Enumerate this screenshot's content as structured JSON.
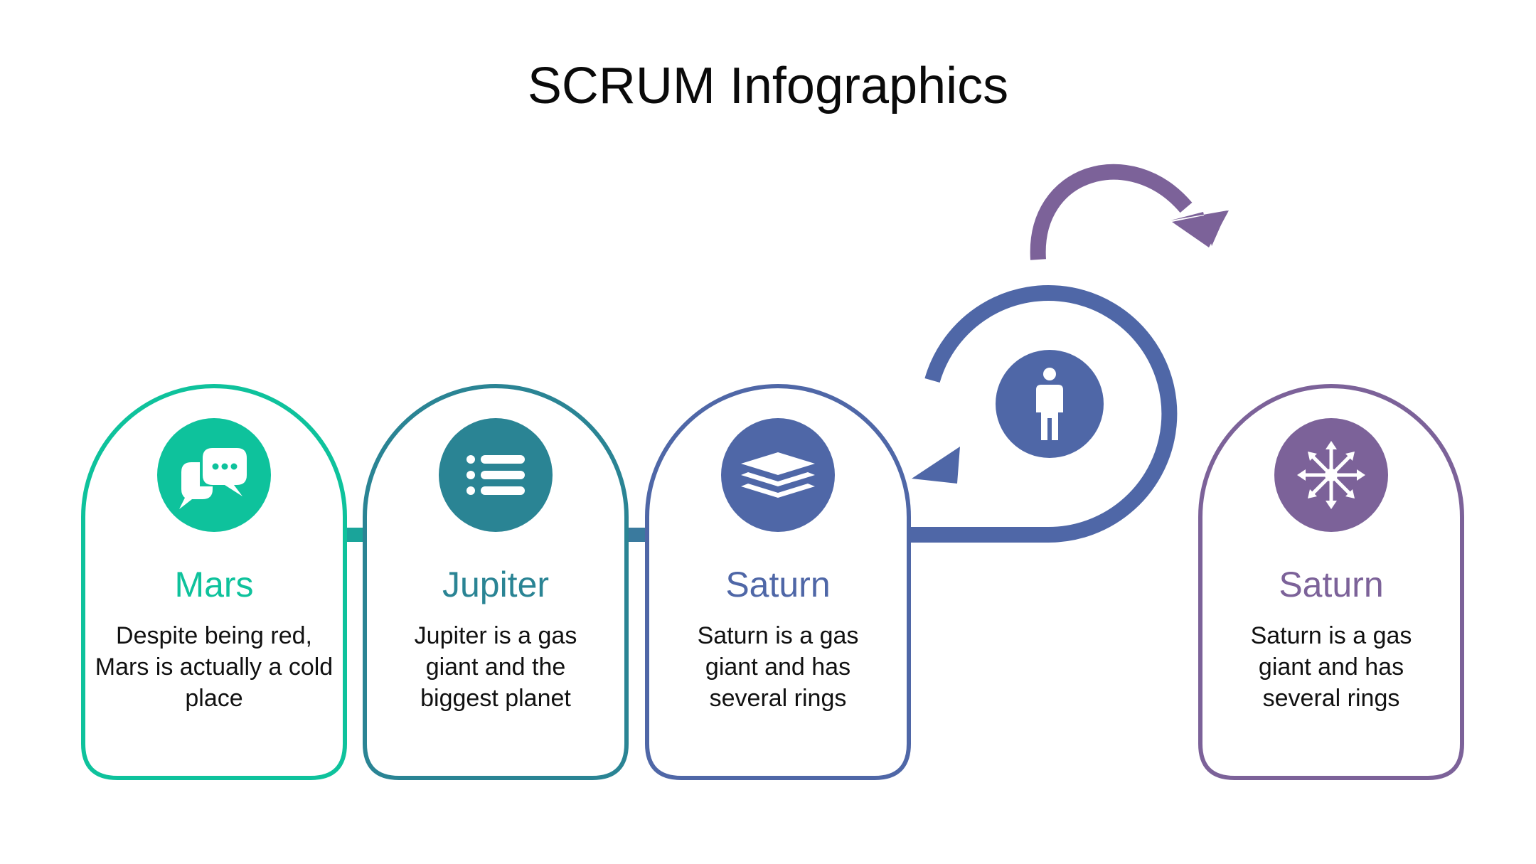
{
  "title": "SCRUM Infographics",
  "colors": {
    "teal": "#0ec29c",
    "petrol": "#2a8494",
    "blue": "#4f67a7",
    "purple": "#7c6299",
    "text": "#111111"
  },
  "cards": [
    {
      "heading": "Mars",
      "description": "Despite being red, Mars is actually a cold place",
      "icon": "chat-bubbles-icon",
      "color": "#0ec29c"
    },
    {
      "heading": "Jupiter",
      "description": "Jupiter is a gas giant and the biggest planet",
      "icon": "list-icon",
      "color": "#2a8494"
    },
    {
      "heading": "Saturn",
      "description": "Saturn is a gas giant and has several rings",
      "icon": "layers-icon",
      "color": "#4f67a7"
    },
    {
      "heading": "Saturn",
      "description": "Saturn is a gas giant and has several rings",
      "icon": "arrows-out-icon",
      "color": "#7c6299"
    }
  ],
  "loop": {
    "icon": "person-icon",
    "color": "#4f67a7",
    "arrow_color": "#7c6299"
  }
}
